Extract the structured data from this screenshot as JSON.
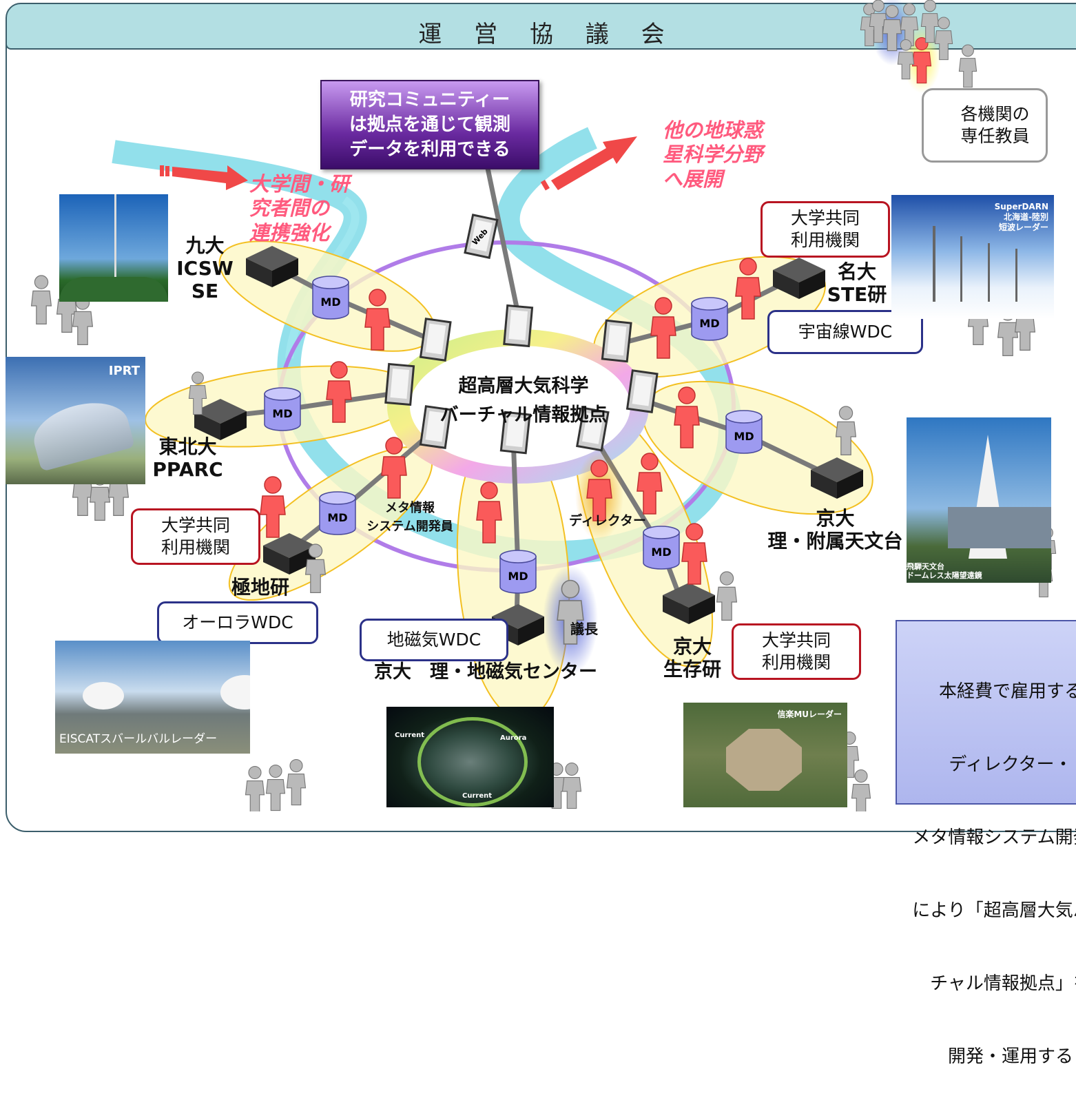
{
  "title": "運 営 協 議 会",
  "community_box": [
    "研究コミュニティー",
    "は拠点を通じて観測",
    "データを利用できる"
  ],
  "arrow_left_text": [
    "大学間・研",
    "究者間の",
    "連携強化"
  ],
  "arrow_right_text": [
    "他の地球惑",
    "星科学分野",
    "へ展開"
  ],
  "hub_label": [
    "超高層大気科学",
    "バーチャル情報拠点"
  ],
  "web_label": "Web",
  "md_label": "MD",
  "institutions": {
    "kyudai": [
      "九大",
      "ICSW",
      "SE"
    ],
    "tohoku": [
      "東北大",
      "PPARC"
    ],
    "kyokuchi": "極地研",
    "kyoto_chijiki": "京大　理・地磁気センター",
    "kyoto_seizon": [
      "京大",
      "生存研"
    ],
    "kyoto_tenmon": [
      "京大",
      "理・附属天文台"
    ],
    "nagoya": [
      "名大",
      "STE研"
    ]
  },
  "roles": {
    "meta": [
      "メタ情報",
      "システム開発員"
    ],
    "director": "ディレクター",
    "chair": "議長"
  },
  "boxes": {
    "univ_joint": [
      "大学共同",
      "利用機関"
    ],
    "aurora_wdc": "オーロラWDC",
    "geomag_wdc": "地磁気WDC",
    "cosmic_wdc": "宇宙線WDC",
    "faculty": [
      "各機関の",
      "専任教員"
    ]
  },
  "photos": {
    "superdarn": [
      "SuperDARN",
      "北海道-陸別",
      "短波レーダー"
    ],
    "iprt": "IPRT",
    "hida": [
      "飛騨天文台",
      "ドームレス太陽望遠鏡"
    ],
    "eiscat": "EISCATスバールバルレーダー",
    "mu": "信楽MUレーダー",
    "aurora_map": [
      "Current",
      "Aurora",
      "Current"
    ]
  },
  "legend": [
    "本経費で雇用する",
    "ディレクター・",
    "メタ情報システム開発員",
    "により「超高層大気バー",
    "チャル情報拠点」を",
    "開発・運用する"
  ],
  "colors": {
    "ring": "#b07ce8",
    "river": "#7fdbe8",
    "ellipse_fill": "#fdf8c4",
    "ellipse_stroke": "#f3c022",
    "person_red": "#fa5a5a",
    "person_gray": "#b9b9b9",
    "title_bg": "#b3dfe3"
  }
}
